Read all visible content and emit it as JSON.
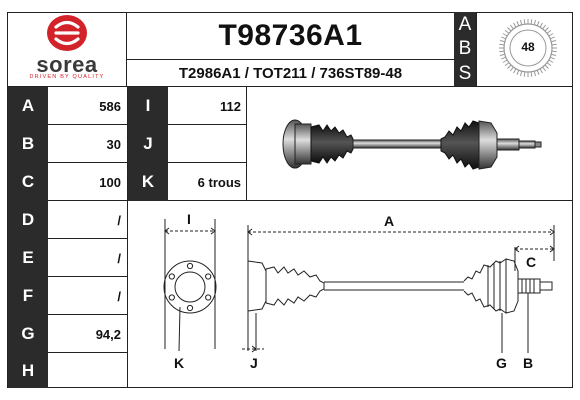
{
  "brand": {
    "name": "sorea",
    "tagline": "DRIVEN BY QUALITY",
    "color": "#d2232a"
  },
  "header": {
    "part_number": "T98736A1",
    "cross_refs": "T2986A1 / TOT211 / 736ST89-48",
    "abs_letters": [
      "A",
      "B",
      "S"
    ],
    "abs_teeth": "48"
  },
  "specs": [
    {
      "letter": "A",
      "value": "586"
    },
    {
      "letter": "B",
      "value": "30"
    },
    {
      "letter": "C",
      "value": "100"
    },
    {
      "letter": "D",
      "value": "/"
    },
    {
      "letter": "E",
      "value": "/"
    },
    {
      "letter": "F",
      "value": "/"
    },
    {
      "letter": "G",
      "value": "94,2"
    },
    {
      "letter": "H",
      "value": ""
    }
  ],
  "specs2": [
    {
      "letter": "I",
      "value": "112"
    },
    {
      "letter": "J",
      "value": ""
    },
    {
      "letter": "K",
      "value": "6 trous"
    }
  ],
  "diagram_labels": {
    "A": "A",
    "B": "B",
    "C": "C",
    "G": "G",
    "I": "I",
    "J": "J",
    "K": "K"
  }
}
